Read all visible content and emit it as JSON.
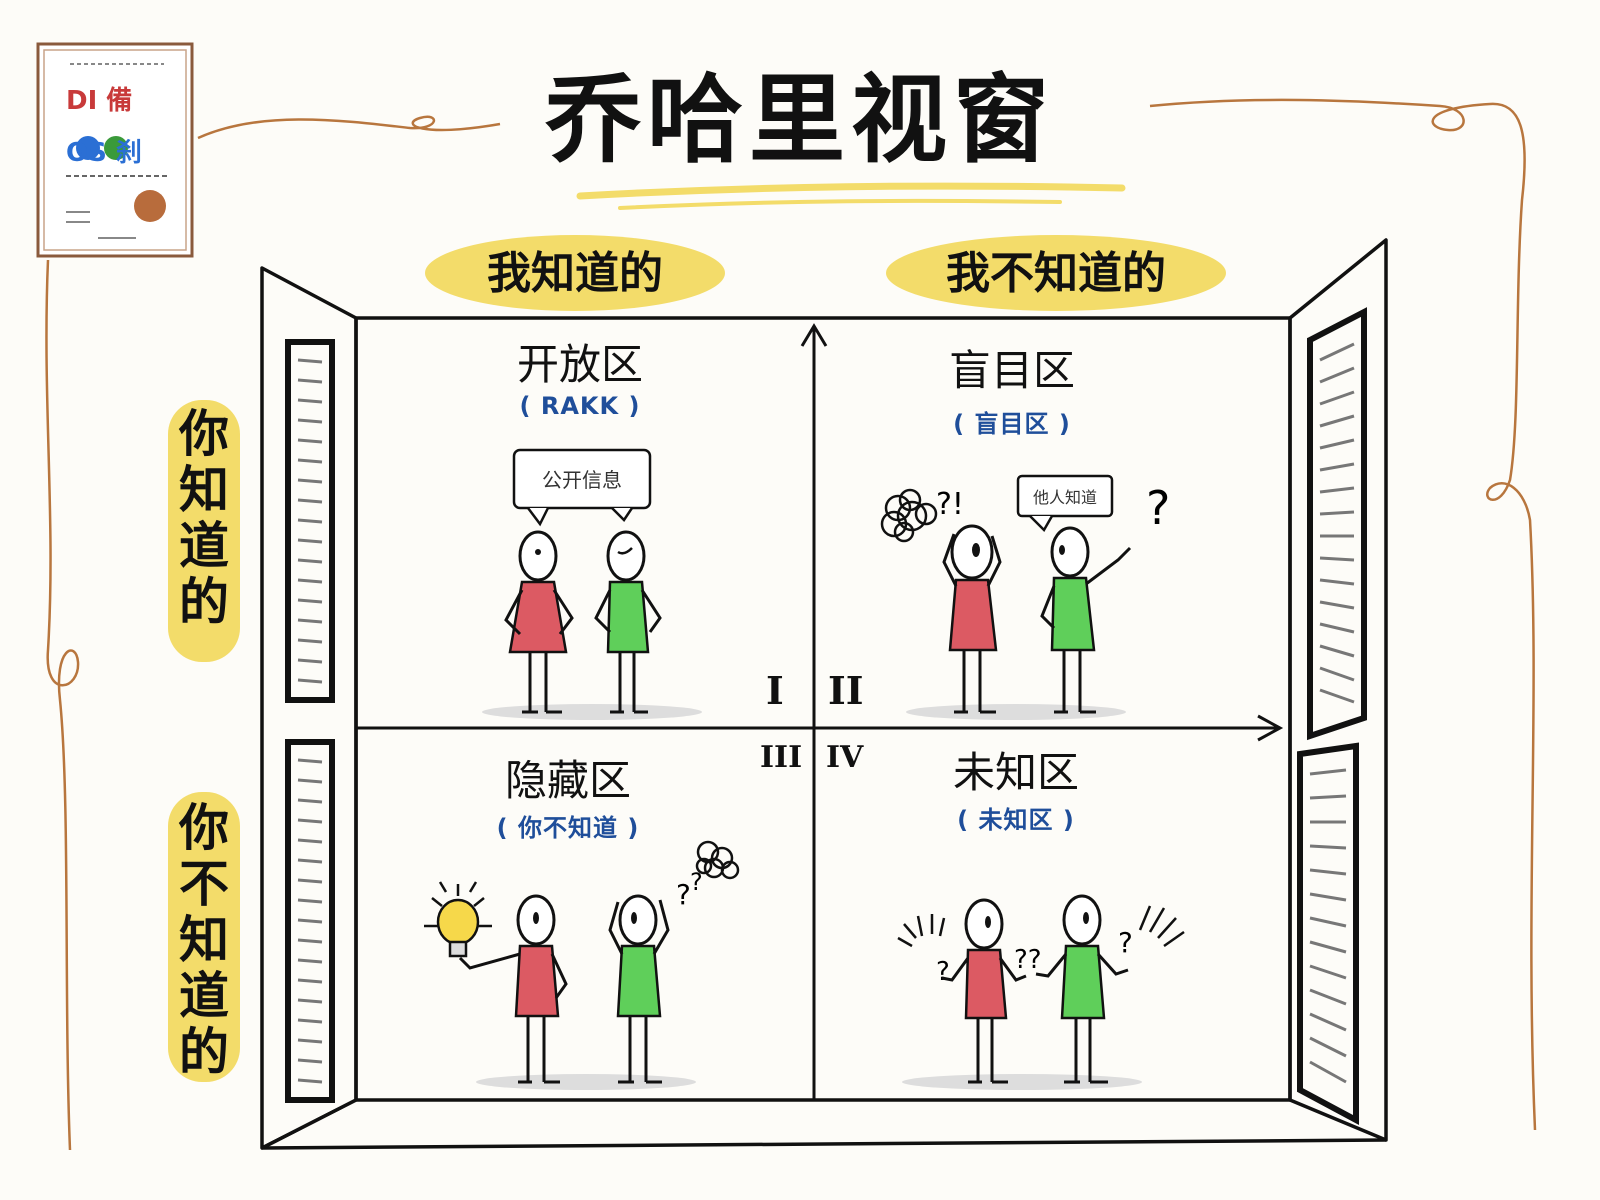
{
  "title": "乔哈里视窗",
  "columns": {
    "known_to_self": "我知道的",
    "unknown_to_self": "我不知道的"
  },
  "rows": {
    "known_to_others": "你知道的",
    "unknown_to_others": "你不知道的"
  },
  "quadrants": [
    {
      "numeral": "I",
      "title": "开放区",
      "subtitle": "( RAKK )",
      "bubble": "公开信息"
    },
    {
      "numeral": "II",
      "title": "盲目区",
      "subtitle": "( 盲目区 )",
      "bubble": "他人知道"
    },
    {
      "numeral": "III",
      "title": "隐藏区",
      "subtitle": "( 你不知道 )"
    },
    {
      "numeral": "IV",
      "title": "未知区",
      "subtitle": "( 未知区 )"
    }
  ],
  "book": {
    "line1": "DI 備",
    "line2": "OS 刹"
  },
  "colors": {
    "highlight": "#f3dc6a",
    "person_a": "#dc5a63",
    "person_b": "#5fcf5a",
    "blue_text": "#1f4e9a",
    "ink": "#111111",
    "brown_line": "#b8763e"
  }
}
